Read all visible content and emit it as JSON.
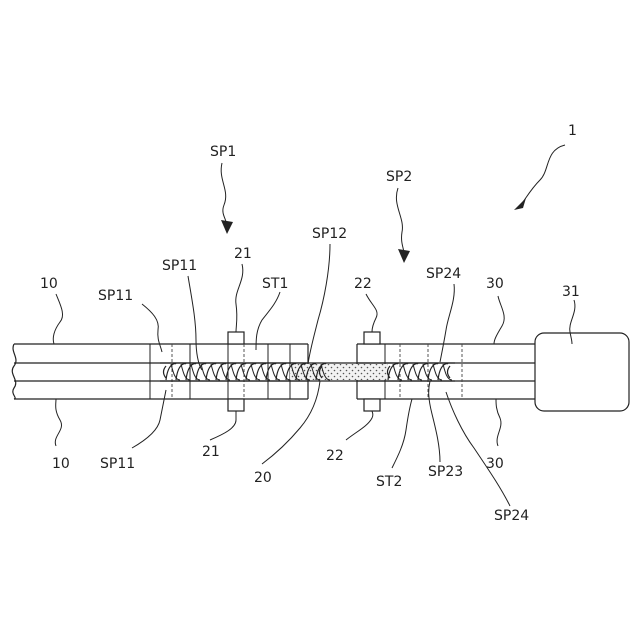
{
  "labels": {
    "fig_number": "1",
    "sp1": "SP1",
    "sp2": "SP2",
    "sp11_left_far_top": "SP11",
    "sp11_top": "SP11",
    "sp11_bottom": "SP11",
    "sp12": "SP12",
    "sp23": "SP23",
    "sp24_top": "SP24",
    "sp24_bottom": "SP24",
    "st1": "ST1",
    "st2": "ST2",
    "n10_top": "10",
    "n10_bottom": "10",
    "n20": "20",
    "n21_top": "21",
    "n21_bottom": "21",
    "n22_top": "22",
    "n22_bottom": "22",
    "n30_top": "30",
    "n30_bottom": "30",
    "n31": "31"
  }
}
